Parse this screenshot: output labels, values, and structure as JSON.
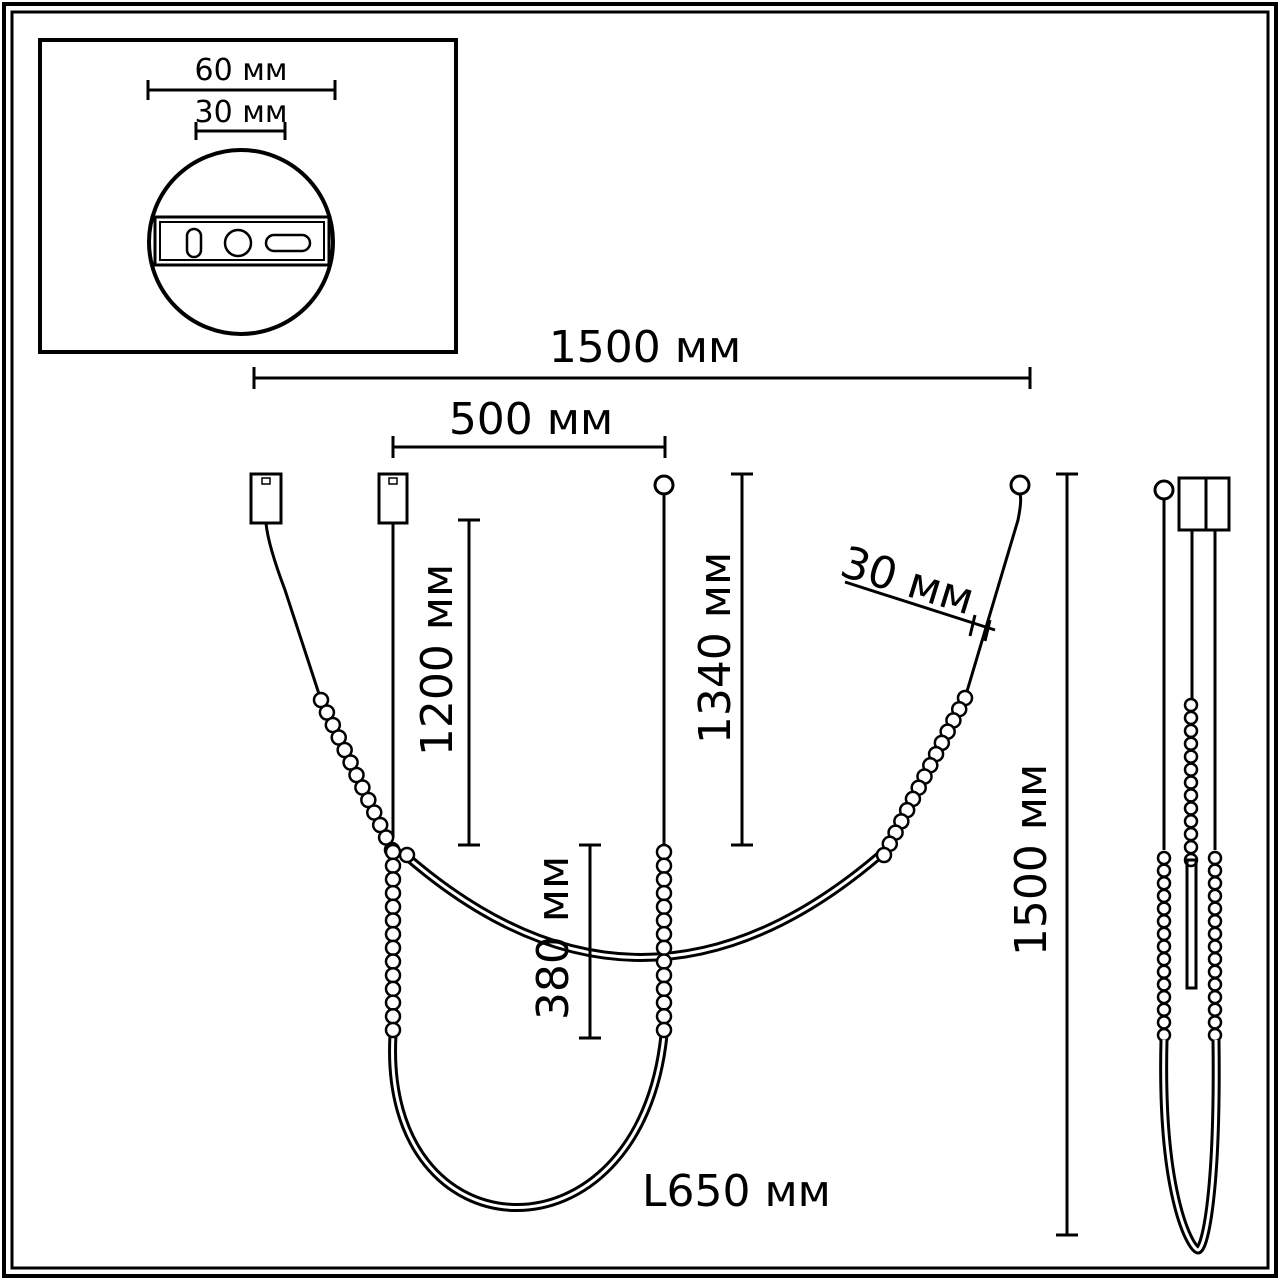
{
  "dimensions": {
    "inset_width_outer": "60 мм",
    "inset_width_inner": "30 мм",
    "total_width": "1500 мм",
    "spacing": "500 мм",
    "length_1200": "1200 мм",
    "length_1340": "1340 мм",
    "bead_diameter": "30 мм",
    "total_height": "1500 мм",
    "bead_section": "380 мм",
    "loop_length": "L650 мм"
  },
  "colors": {
    "line": "#000000",
    "background": "#ffffff"
  }
}
